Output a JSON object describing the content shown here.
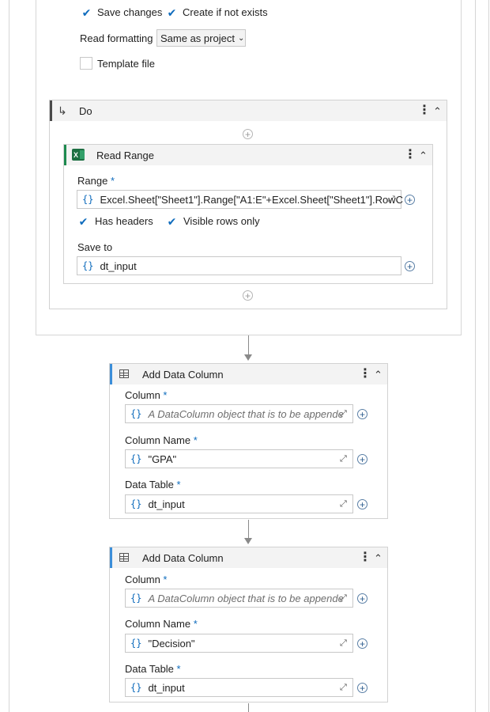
{
  "options": {
    "save_changes": {
      "label": "Save changes",
      "checked": true
    },
    "create_if_not_exists": {
      "label": "Create if not exists",
      "checked": true
    },
    "read_formatting": {
      "label": "Read formatting",
      "value": "Same as project"
    },
    "template_file": {
      "label": "Template file",
      "checked": false
    }
  },
  "do_block": {
    "title": "Do"
  },
  "read_range": {
    "title": "Read Range",
    "range": {
      "label": "Range",
      "required": "*",
      "brace": "{}",
      "value": "Excel.Sheet[\"Sheet1\"].Range[\"A1:E\"+Excel.Sheet[\"Sheet1\"].RowC"
    },
    "has_headers": {
      "label": "Has headers",
      "checked": true
    },
    "visible_rows_only": {
      "label": "Visible rows only",
      "checked": true
    },
    "save_to": {
      "label": "Save to",
      "brace": "{}",
      "value": "dt_input"
    }
  },
  "activities": [
    {
      "title": "Add Data Column",
      "column": {
        "label": "Column",
        "required": "*",
        "brace": "{}",
        "placeholder": "A DataColumn object that is to be appende"
      },
      "column_name": {
        "label": "Column Name",
        "required": "*",
        "brace": "{}",
        "value": "\"GPA\""
      },
      "data_table": {
        "label": "Data Table",
        "required": "*",
        "brace": "{}",
        "value": "dt_input"
      }
    },
    {
      "title": "Add Data Column",
      "column": {
        "label": "Column",
        "required": "*",
        "brace": "{}",
        "placeholder": "A DataColumn object that is to be appende"
      },
      "column_name": {
        "label": "Column Name",
        "required": "*",
        "brace": "{}",
        "value": "\"Decision\""
      },
      "data_table": {
        "label": "Data Table",
        "required": "*",
        "brace": "{}",
        "value": "dt_input"
      }
    }
  ],
  "icons": {
    "check": "✔",
    "kebab": "⋮",
    "collapse": "⌃",
    "plus": "+",
    "expand": "⤢",
    "chevron": "⌄",
    "do_arrow": "↳"
  },
  "colors": {
    "accent": "#0f6cbd",
    "excel_green": "#1d6f42",
    "header_bg": "#f3f3f3",
    "border": "#d2d2d2"
  }
}
